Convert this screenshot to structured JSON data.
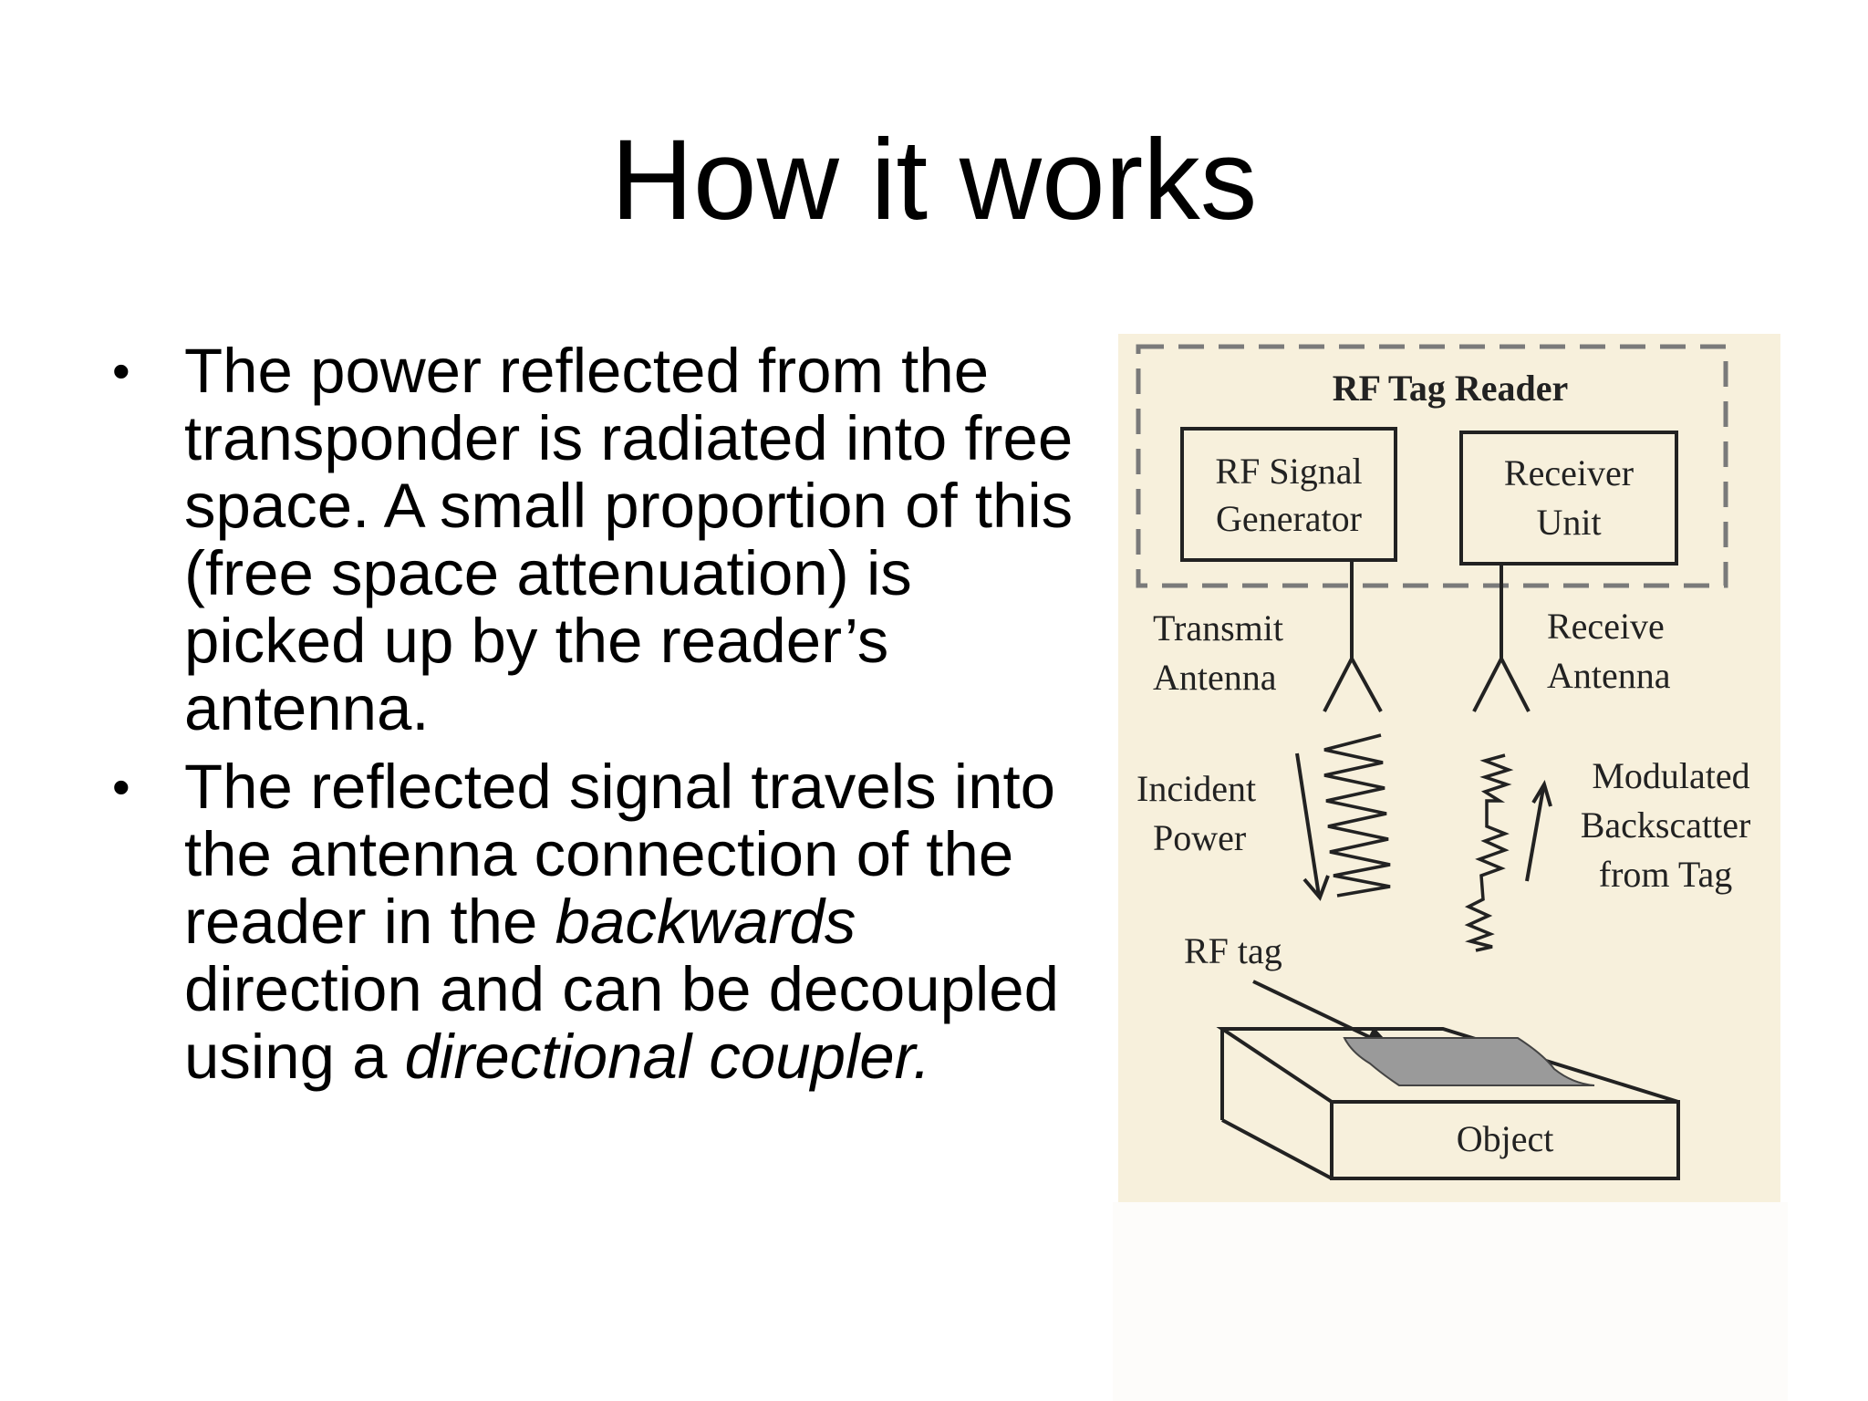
{
  "title": "How it works",
  "bullets": [
    {
      "segments": [
        {
          "text": "The power reflected from the transponder is radiated into free space. A small proportion of this (free space attenuation) is picked up by the reader’s antenna.",
          "italic": false
        }
      ]
    },
    {
      "segments": [
        {
          "text": "The reflected signal travels into the antenna connection of the reader in the ",
          "italic": false
        },
        {
          "text": "backwards",
          "italic": true
        },
        {
          "text": " direction and can be decoupled using a ",
          "italic": false
        },
        {
          "text": "directional coupler.",
          "italic": true
        }
      ]
    }
  ],
  "diagram": {
    "reader_label": "RF Tag Reader",
    "generator_line1": "RF Signal",
    "generator_line2": "Generator",
    "receiver_line1": "Receiver",
    "receiver_line2": "Unit",
    "tx_antenna_line1": "Transmit",
    "tx_antenna_line2": "Antenna",
    "rx_antenna_line1": "Receive",
    "rx_antenna_line2": "Antenna",
    "incident_line1": "Incident",
    "incident_line2": "Power",
    "backscatter_line1": "Modulated",
    "backscatter_line2": "Backscatter",
    "backscatter_line3": "from Tag",
    "tag_label": "RF tag",
    "object_label": "Object"
  }
}
